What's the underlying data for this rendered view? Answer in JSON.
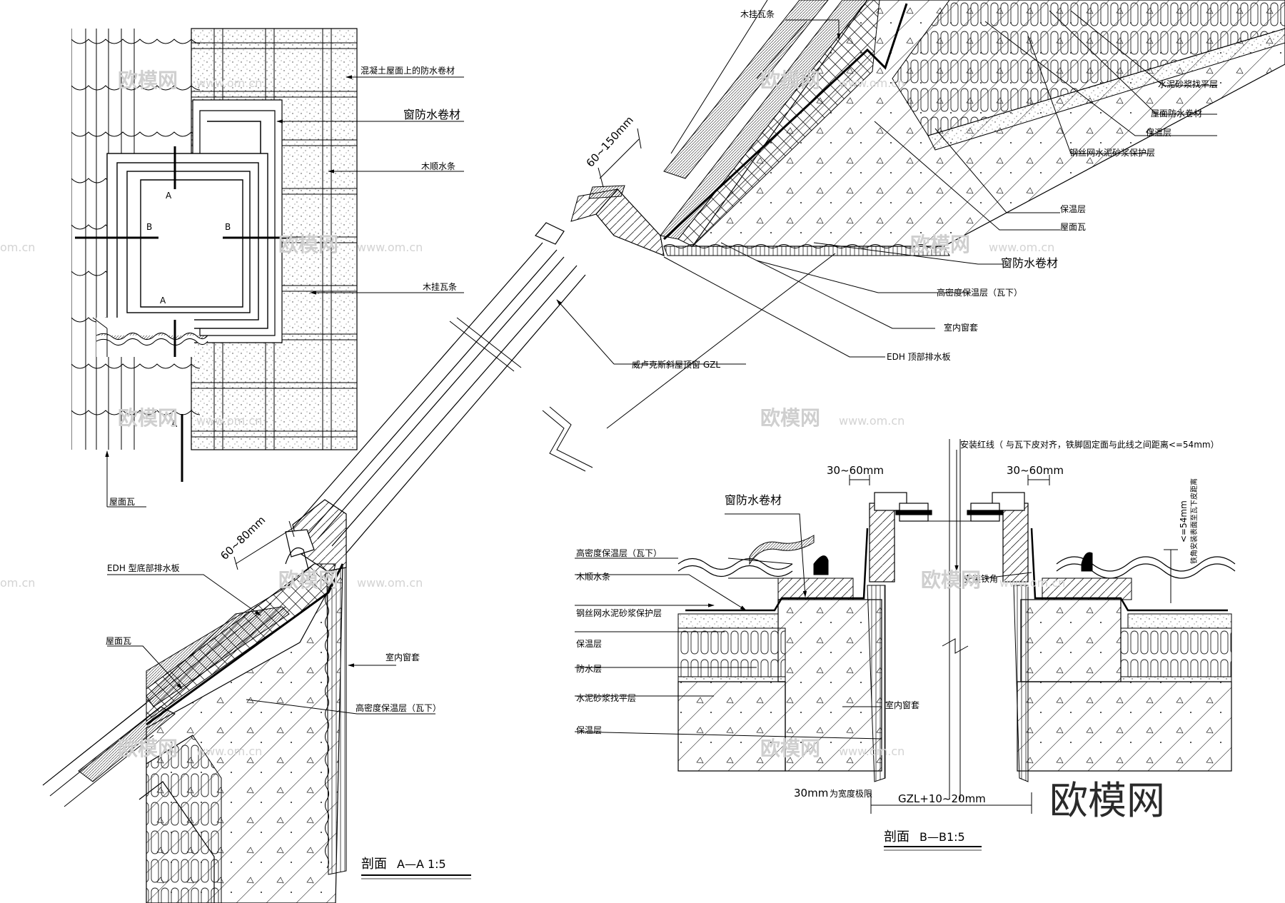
{
  "plan": {
    "labels": {
      "roof_membrane": "混凝土屋面上的防水卷材",
      "window_membrane": "窗防水卷材",
      "counter_batten": "木顺水条",
      "tile_batten": "木挂瓦条",
      "roof_tile": "屋面瓦"
    },
    "section_marks": {
      "a": "A",
      "b": "B"
    }
  },
  "section_aa": {
    "labels": {
      "tile_batten": "木挂瓦条",
      "cement_screed": "水泥砂浆找平层",
      "roof_membrane": "屋面防水卷材",
      "insulation_1": "保温层",
      "mesh_mortar": "钢丝网水泥砂浆保护层",
      "insulation_2": "保温层",
      "roof_tile": "屋面瓦",
      "window_membrane": "窗防水卷材",
      "hd_insulation": "高密度保温层（瓦下）",
      "inner_lining": "室内窗套",
      "edh_top": "EDH 顶部排水板",
      "velux": "威卢克斯斜屋顶窗 GZL",
      "edh_bottom": "EDH  型底部排水板",
      "roof_tile_low": "屋面瓦",
      "inner_lining_low": "室内窗套",
      "hd_insulation_low": "高密度保温层（瓦下）"
    },
    "dims": {
      "top": "60~150mm",
      "bottom": "60~80mm"
    },
    "title": "剖面",
    "title_suffix": "A—A  1:5"
  },
  "section_bb": {
    "labels": {
      "install_line": "安装红线（ 与瓦下皮对齐，铁脚固定面与此线之间距离<=54mm）",
      "window_membrane": "窗防水卷材",
      "hd_insulation": "高密度保温层（瓦下）",
      "counter_batten": "木顺水条",
      "bracket": "安装铁角",
      "mesh_mortar": "钢丝网水泥砂浆保护层",
      "insulation": "保温层",
      "waterproof": "防水层",
      "cement_screed": "水泥砂浆找平层",
      "insulation_2": "保温层",
      "inner_lining": "室内窗套",
      "side_note": "铁角安装表面至瓦下皮距离",
      "side_dim": "<=54mm",
      "width_note_a": "30mm",
      "width_note_b": "为宽度极限"
    },
    "dims": {
      "left": "30~60mm",
      "right": "30~60mm",
      "bottom": "GZL+10~20mm"
    },
    "title": "剖面",
    "title_suffix": "B—B1:5"
  },
  "watermark": {
    "brand": "欧模网",
    "site": "www.om.cn",
    "site_short": "om.cn"
  }
}
